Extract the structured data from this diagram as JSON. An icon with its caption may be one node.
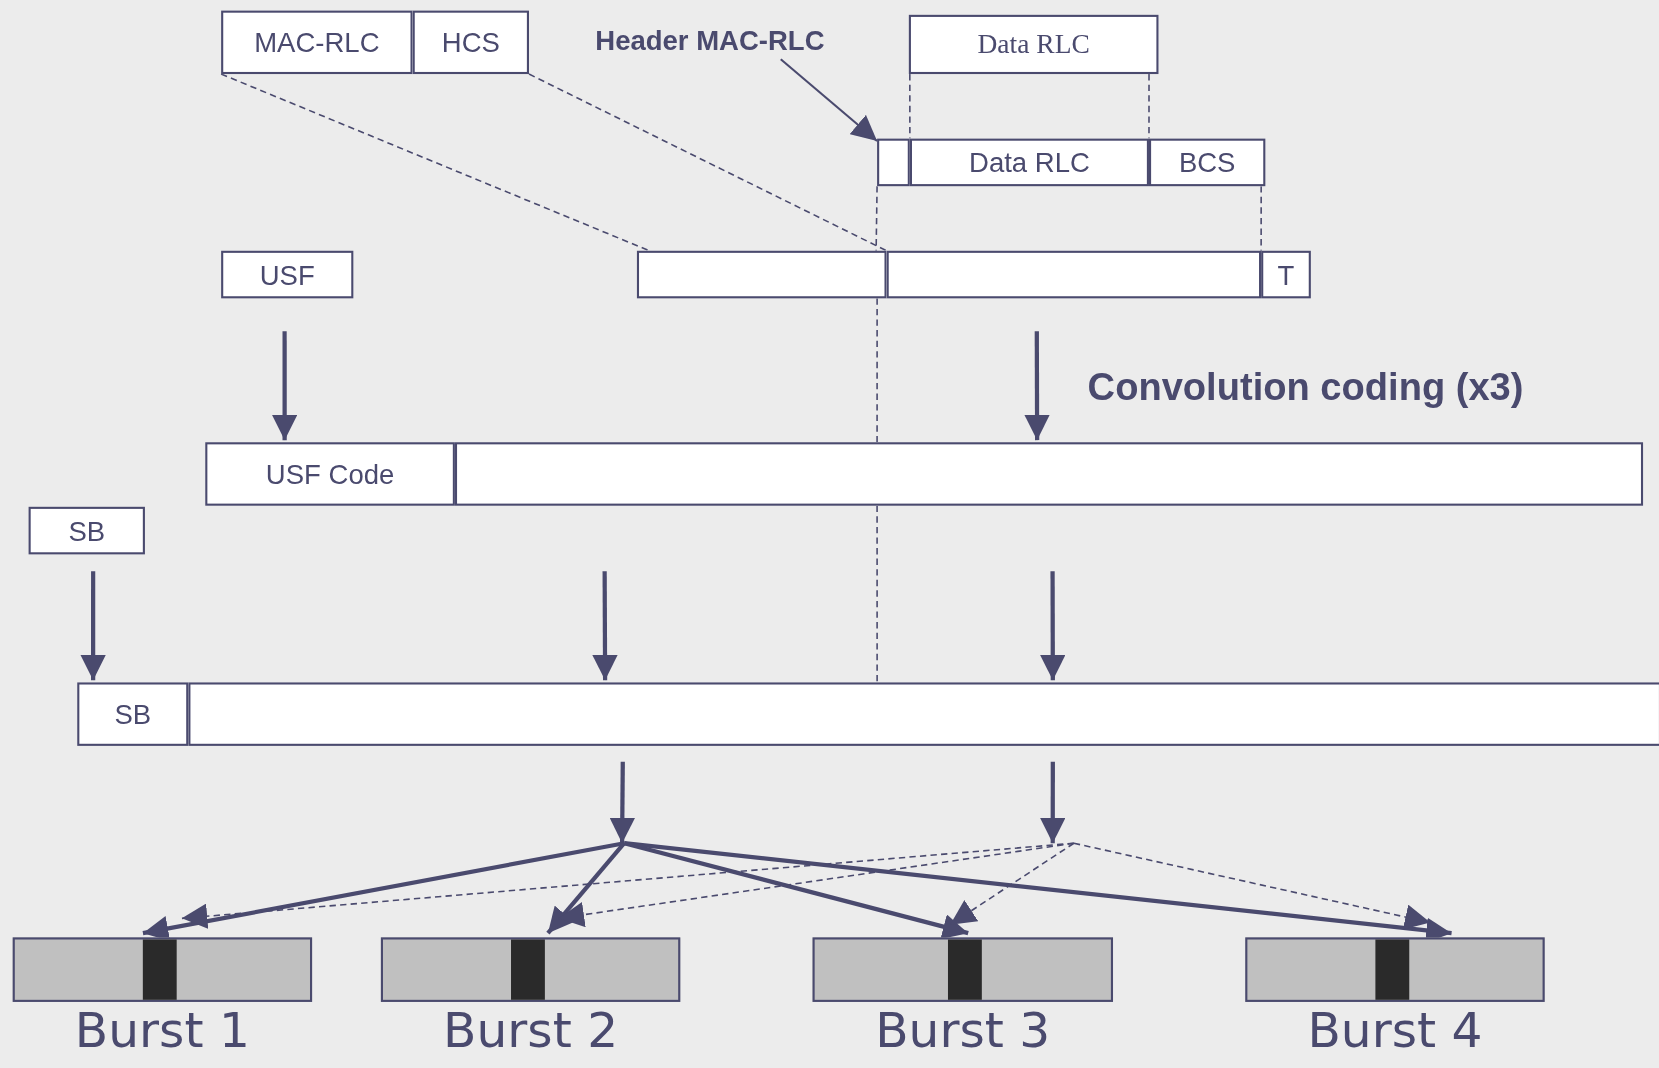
{
  "diagram": {
    "nodes": [
      {
        "text": [
          "MAC-RLC"
        ]
      },
      {
        "text": [
          "HCS"
        ]
      },
      {
        "text": [
          "Header MAC-RLC"
        ]
      },
      {
        "text": [
          "Data RLC"
        ]
      },
      {
        "text": [],
        "shape": "box"
      },
      {
        "text": [
          "Data RLC"
        ]
      },
      {
        "text": [
          "BCS"
        ]
      },
      {
        "text": [
          "USF"
        ]
      },
      {
        "text": [],
        "shape": "box"
      },
      {
        "text": [],
        "shape": "box"
      },
      {
        "text": [
          "T"
        ]
      },
      {
        "text": [
          "USF Code"
        ]
      },
      {
        "text": [],
        "shape": "box"
      },
      {
        "text": [
          "SB"
        ]
      },
      {
        "text": [
          "SB"
        ]
      },
      {
        "text": [],
        "shape": "box"
      },
      {
        "text": [
          "Burst 1"
        ]
      },
      {
        "text": [
          "Burst 2"
        ]
      },
      {
        "text": [
          "Burst 3"
        ]
      },
      {
        "text": [
          "Burst 4"
        ]
      }
    ],
    "edges": [
      {
        "from": 0,
        "to": 8,
        "arrow": "none",
        "style": "dashed"
      },
      {
        "from": 1,
        "to": 9,
        "arrow": "none",
        "style": "dashed"
      },
      {
        "from": 3,
        "to": 5,
        "arrow": "none",
        "style": "dashed"
      },
      {
        "from": 3,
        "to": 5,
        "arrow": "none",
        "style": "dashed"
      },
      {
        "from": 6,
        "to": 10,
        "arrow": "none",
        "style": "dashed"
      },
      {
        "from": 2,
        "to": 4,
        "arrow": "to"
      },
      {
        "from": 4,
        "to": 8,
        "arrow": "none",
        "style": "dashed"
      },
      {
        "from": 7,
        "to": 11,
        "arrow": "to",
        "style": "thick"
      },
      {
        "from": 9,
        "to": 12,
        "arrow": "to",
        "label": "Convolution coding (x3)",
        "style": "thick"
      },
      {
        "from": 13,
        "to": 14,
        "arrow": "to",
        "style": "thick"
      },
      {
        "from": 12,
        "to": 15,
        "arrow": "to",
        "style": "thick"
      },
      {
        "from": 12,
        "to": 15,
        "arrow": "to",
        "style": "thick"
      },
      {
        "from": 15,
        "to": null,
        "arrow": "to",
        "style": "thick"
      },
      {
        "from": 15,
        "to": null,
        "arrow": "to",
        "style": "thick"
      },
      {
        "from": null,
        "to": 16,
        "arrow": "to",
        "style": "thick"
      },
      {
        "from": null,
        "to": 17,
        "arrow": "to",
        "style": "thick"
      },
      {
        "from": null,
        "to": 18,
        "arrow": "to",
        "style": "thick"
      },
      {
        "from": null,
        "to": 19,
        "arrow": "to",
        "style": "thick"
      },
      {
        "from": null,
        "to": 16,
        "arrow": "to",
        "style": "dashed"
      },
      {
        "from": null,
        "to": 17,
        "arrow": "to",
        "style": "dashed"
      },
      {
        "from": null,
        "to": 18,
        "arrow": "to",
        "style": "dashed"
      },
      {
        "from": null,
        "to": 19,
        "arrow": "to",
        "style": "dashed"
      },
      {
        "from": 8,
        "to": 12,
        "arrow": "none",
        "style": "dashed"
      },
      {
        "from": 12,
        "to": 15,
        "arrow": "none",
        "style": "dashed"
      }
    ]
  }
}
